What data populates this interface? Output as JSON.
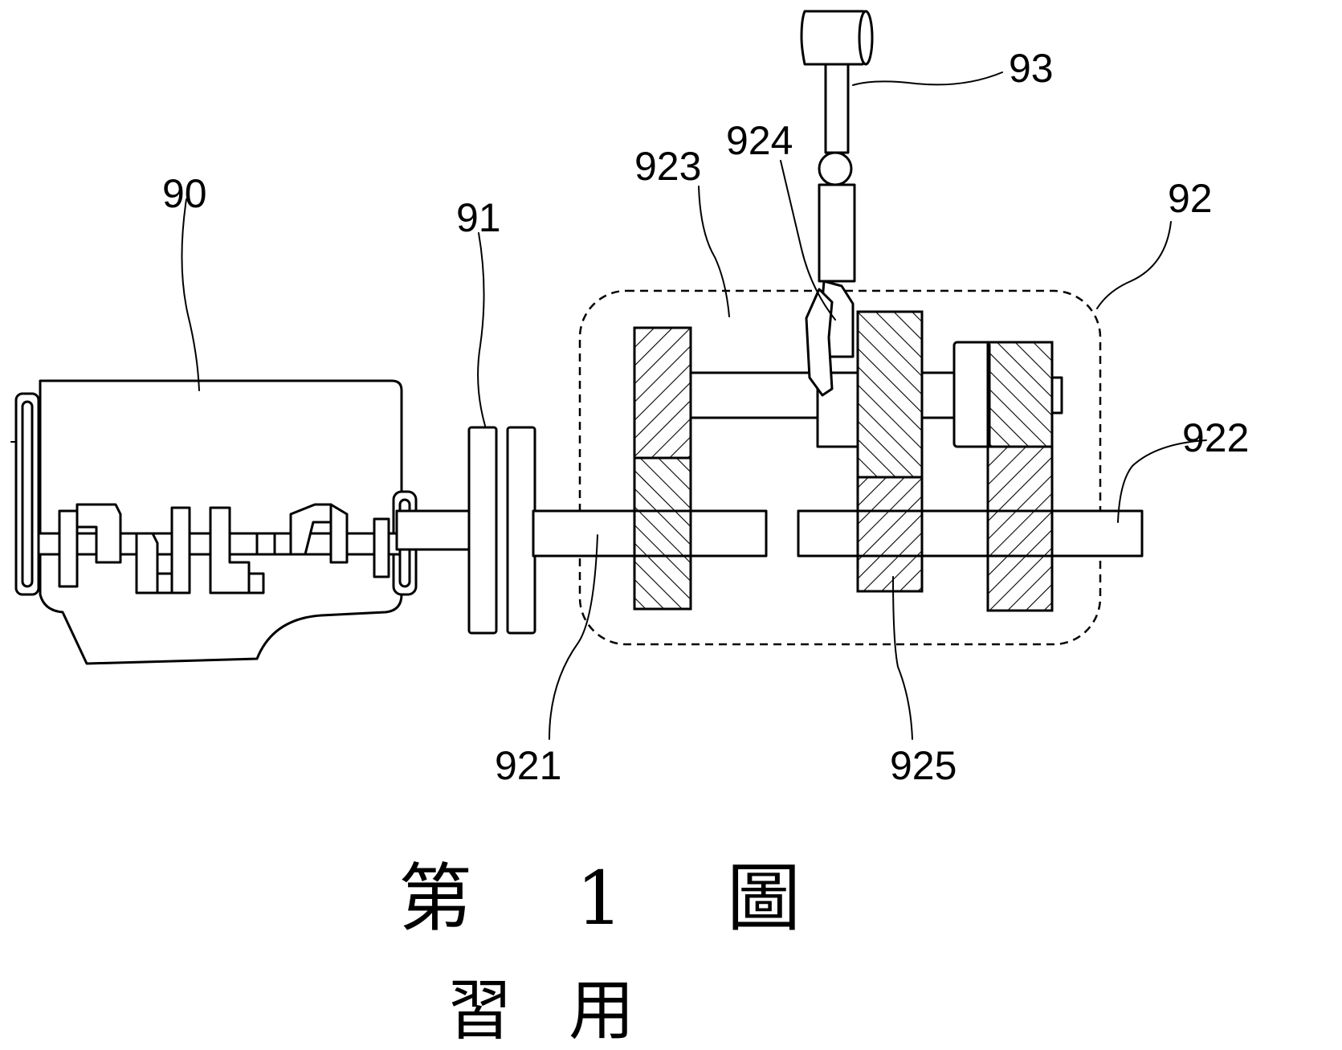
{
  "figure": {
    "caption": "第 1 圖",
    "subcaption": "習用"
  },
  "labels": {
    "engine": "90",
    "clutch": "91",
    "gearbox": "92",
    "shift_lever": "93",
    "input_shaft": "921",
    "output_shaft": "922",
    "countershaft": "923",
    "shift_fork": "924",
    "gear": "925"
  }
}
